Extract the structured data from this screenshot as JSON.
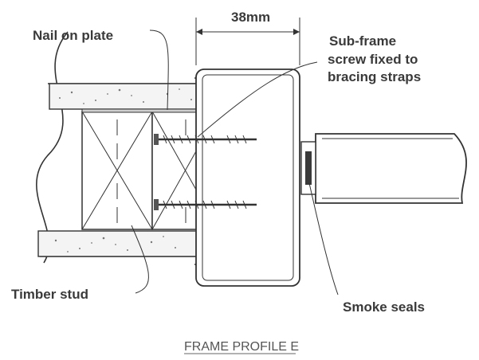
{
  "labels": {
    "dimension": "38mm",
    "nail_on_plate": "Nail on plate",
    "subframe_line1": "Sub-frame",
    "subframe_line2": "screw fixed to",
    "subframe_line3": "bracing straps",
    "timber_stud": "Timber stud",
    "smoke_seals": "Smoke seals"
  },
  "caption": "FRAME PROFILE E"
}
